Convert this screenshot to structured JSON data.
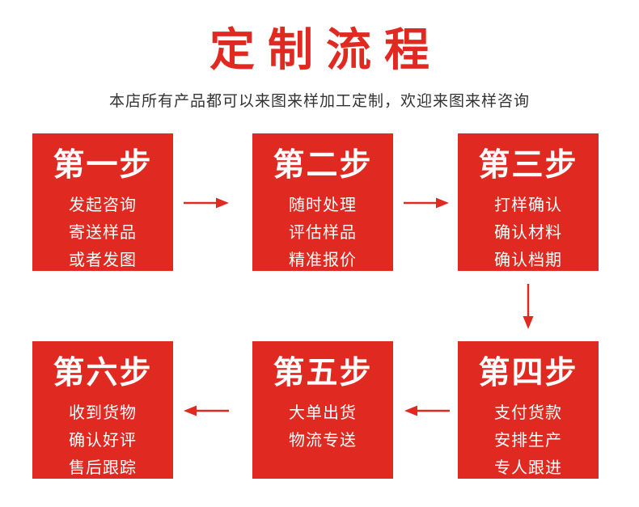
{
  "colors": {
    "accent_red": "#e02a21",
    "card_text": "#ffffff",
    "subtitle_text": "#333333",
    "page_background": "#ffffff"
  },
  "header": {
    "title": "定制流程",
    "subtitle": "本店所有产品都可以来图来样加工定制，欢迎来图来样咨询"
  },
  "steps": [
    {
      "title": "第一步",
      "lines": [
        "发起咨询",
        "寄送样品",
        "或者发图"
      ]
    },
    {
      "title": "第二步",
      "lines": [
        "随时处理",
        "评估样品",
        "精准报价"
      ]
    },
    {
      "title": "第三步",
      "lines": [
        "打样确认",
        "确认材料",
        "确认档期"
      ]
    },
    {
      "title": "第四步",
      "lines": [
        "支付货款",
        "安排生产",
        "专人跟进"
      ]
    },
    {
      "title": "第五步",
      "lines": [
        "大单出货",
        "物流专送"
      ]
    },
    {
      "title": "第六步",
      "lines": [
        "收到货物",
        "确认好评",
        "售后跟踪"
      ]
    }
  ],
  "flow": {
    "arrows": [
      "step1-to-step2-right",
      "step2-to-step3-right",
      "step3-to-step4-down",
      "step4-to-step5-left",
      "step5-to-step6-left"
    ]
  }
}
